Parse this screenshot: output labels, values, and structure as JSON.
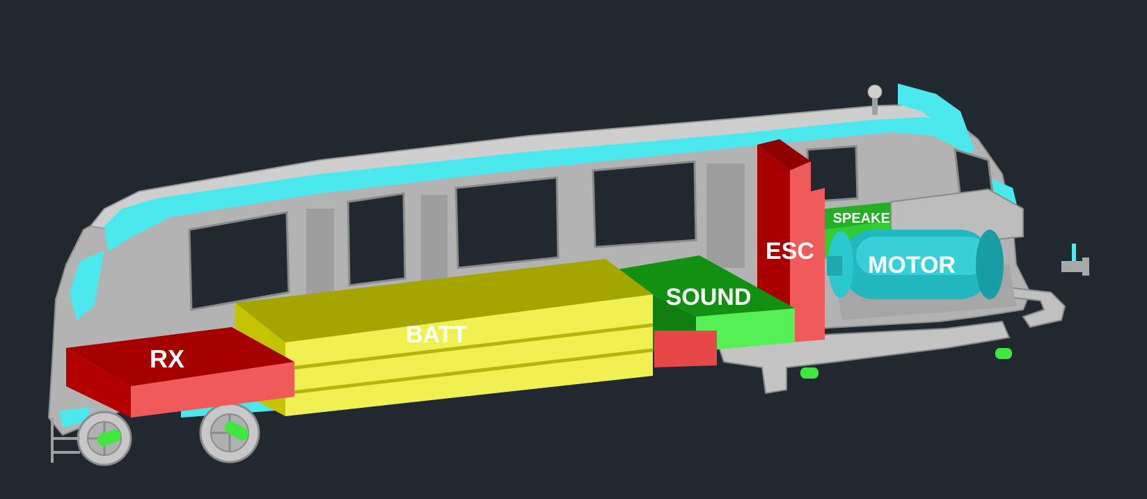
{
  "labels": {
    "rx": "RX",
    "batt": "BATT",
    "sound": "SOUND",
    "esc": "ESC",
    "speaker": "SPEAKER",
    "motor": "MOTOR"
  },
  "components": [
    {
      "key": "rx",
      "color": "#cc0000"
    },
    {
      "key": "batt",
      "color": "#e8e84a"
    },
    {
      "key": "sound",
      "color": "#22c022"
    },
    {
      "key": "esc",
      "color": "#dd2222"
    },
    {
      "key": "speaker",
      "color": "#2fbf2f"
    },
    {
      "key": "motor",
      "color": "#2cc8d0"
    }
  ],
  "colors": {
    "background": "#212830",
    "body_shell": "#b9b9b9",
    "accent": "#4be8ee",
    "axle_pin": "#3ee83e"
  }
}
